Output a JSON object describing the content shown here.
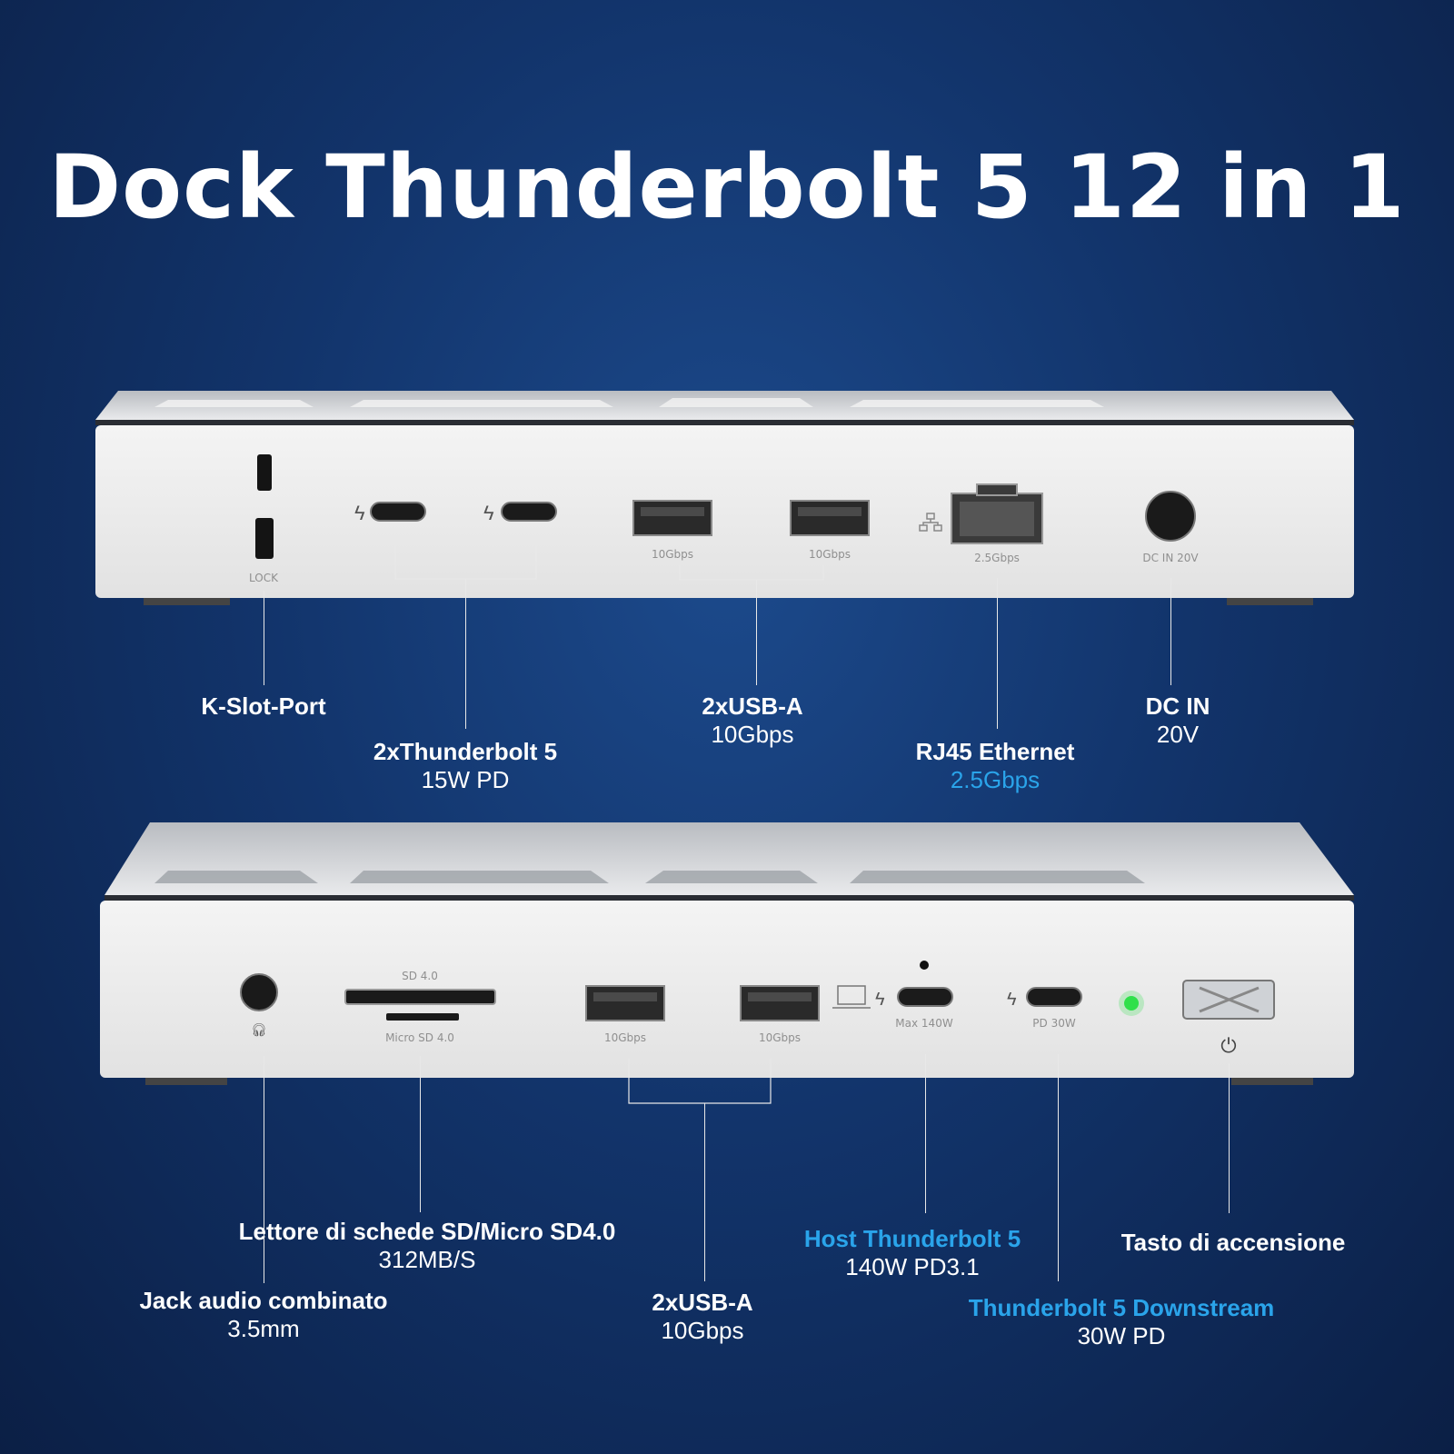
{
  "title": "Dock Thunderbolt 5 12 in 1",
  "colors": {
    "accent_blue": "#2aa4ea",
    "led_green": "#2fe04a"
  },
  "rear_port_labels": {
    "lock": "LOCK",
    "usb_a_1": "10Gbps",
    "usb_a_2": "10Gbps",
    "rj45": "2.5Gbps",
    "dc": "DC IN 20V"
  },
  "front_port_labels": {
    "sd": "SD 4.0",
    "micro_sd": "Micro SD 4.0",
    "usb_a_1": "10Gbps",
    "usb_a_2": "10Gbps",
    "host_tb": "Max 140W",
    "downstream_tb": "PD 30W"
  },
  "callouts_top": {
    "kslot": {
      "name": "K-Slot-Port"
    },
    "tb5": {
      "name": "2xThunderbolt 5",
      "spec": "15W PD"
    },
    "usba": {
      "name": "2xUSB-A",
      "spec": "10Gbps"
    },
    "rj45": {
      "name": "RJ45 Ethernet",
      "spec": "2.5Gbps"
    },
    "dcin": {
      "name": "DC IN",
      "spec": "20V"
    }
  },
  "callouts_bottom": {
    "sd": {
      "name": "Lettore di schede SD/Micro SD4.0",
      "spec": "312MB/S"
    },
    "audio": {
      "name": "Jack audio combinato",
      "spec": "3.5mm"
    },
    "usba": {
      "name": "2xUSB-A",
      "spec": "10Gbps"
    },
    "host": {
      "name": "Host Thunderbolt 5",
      "spec": "140W PD3.1"
    },
    "power": {
      "name": "Tasto di accensione"
    },
    "downstream": {
      "name": "Thunderbolt 5 Downstream",
      "spec": "30W PD"
    }
  }
}
